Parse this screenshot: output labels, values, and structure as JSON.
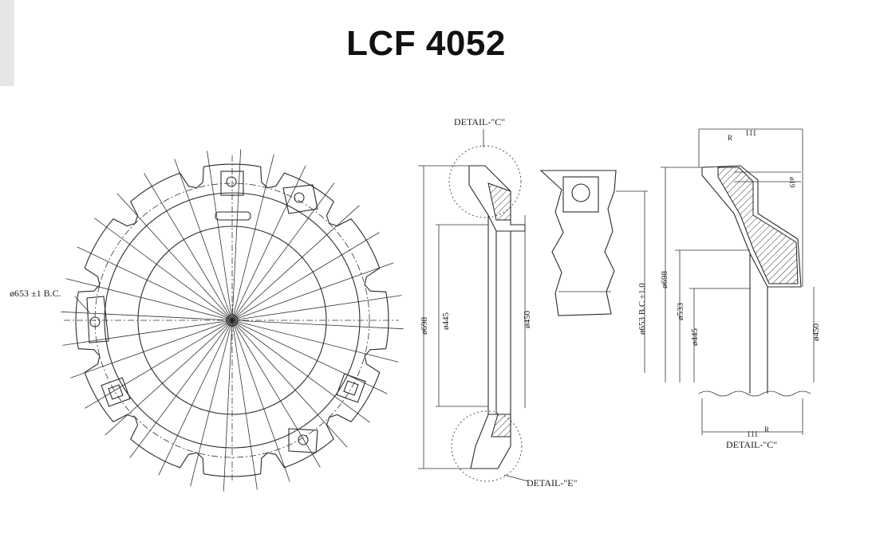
{
  "title": "LCF 4052",
  "labels": {
    "bolt_circle": "ø653 ±1 B.C.",
    "detail_c_top": "DETAIL-\"C\"",
    "detail_e": "DETAIL-\"E\"",
    "detail_c_bottom": "DETAIL-\"C\"",
    "dim_698_mid": "ø698",
    "dim_445_mid": "ø445",
    "dim_450_mid": "ø450",
    "dim_653_bc": "ø653 B.C ±1.0",
    "dim_698_right": "ø698",
    "dim_533": "ø533",
    "dim_445_right": "ø445",
    "dim_450_right": "ø450",
    "dim_111_top": "111",
    "dim_111_bottom": "111",
    "dim_19": "ø19",
    "r_mark": "R"
  }
}
